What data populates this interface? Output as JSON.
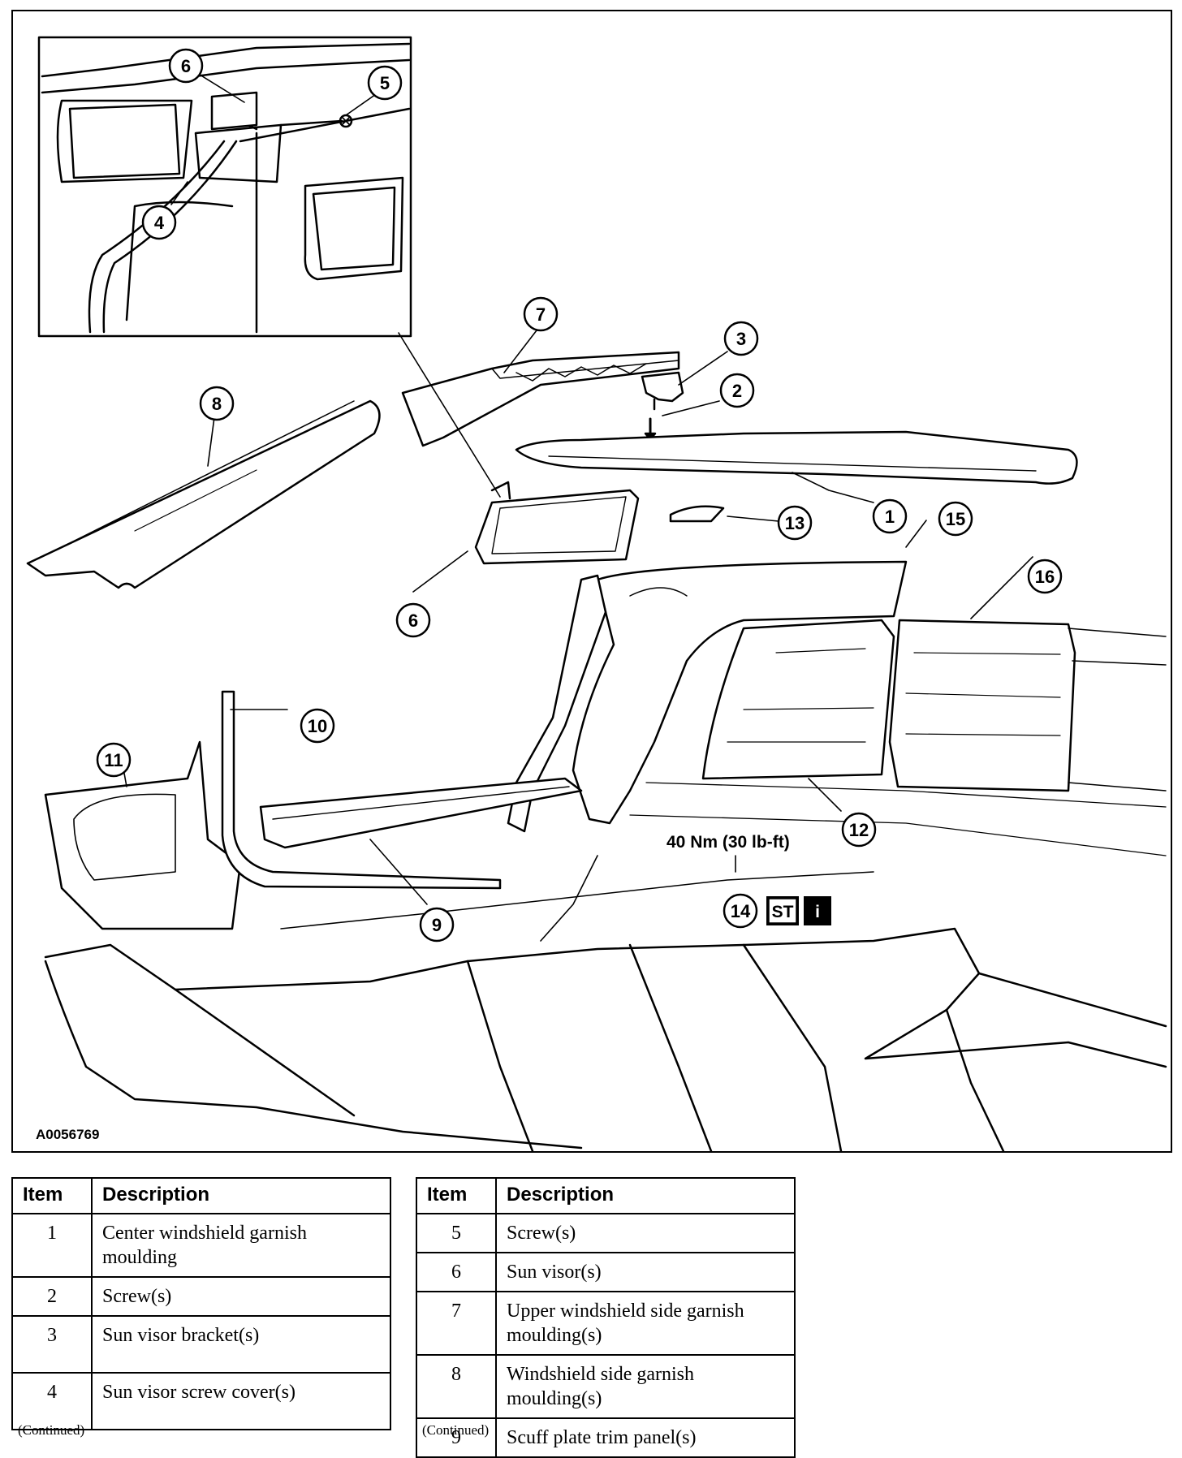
{
  "figure": {
    "id": "A0056769",
    "torque_spec": "40 Nm (30 lb-ft)",
    "badge_st": "ST",
    "badge_i": "i",
    "callouts": [
      "1",
      "2",
      "3",
      "4",
      "5",
      "6",
      "6",
      "7",
      "8",
      "9",
      "10",
      "11",
      "12",
      "13",
      "14",
      "15",
      "16"
    ]
  },
  "legend_left": {
    "headers": [
      "Item",
      "Description"
    ],
    "rows": [
      {
        "item": "1",
        "desc": "Center windshield garnish moulding"
      },
      {
        "item": "2",
        "desc": "Screw(s)"
      },
      {
        "item": "3",
        "desc": "Sun visor bracket(s)"
      },
      {
        "item": "4",
        "desc": "Sun visor screw cover(s)"
      }
    ],
    "footer": "(Continued)"
  },
  "legend_right": {
    "headers": [
      "Item",
      "Description"
    ],
    "rows": [
      {
        "item": "5",
        "desc": "Screw(s)"
      },
      {
        "item": "6",
        "desc": "Sun visor(s)"
      },
      {
        "item": "7",
        "desc": "Upper windshield side garnish moulding(s)"
      },
      {
        "item": "8",
        "desc": "Windshield side garnish moulding(s)"
      },
      {
        "item": "9",
        "desc": "Scuff plate trim panel(s)"
      }
    ],
    "footer": "(Continued)"
  }
}
